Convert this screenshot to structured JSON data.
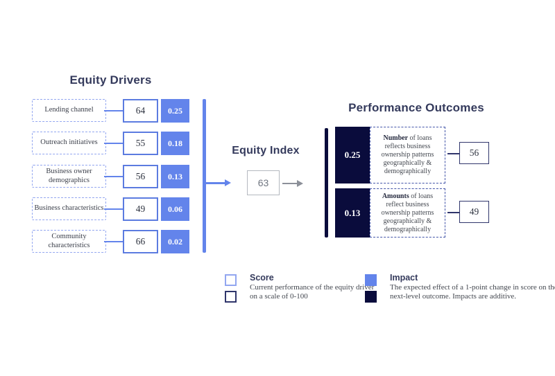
{
  "drivers": {
    "title": "Equity Drivers",
    "rows": [
      {
        "label": "Lending channel",
        "score": "64",
        "impact": "0.25"
      },
      {
        "label": "Outreach initiatives",
        "score": "55",
        "impact": "0.18"
      },
      {
        "label": "Business owner demographics",
        "score": "56",
        "impact": "0.13"
      },
      {
        "label": "Business characteristics",
        "score": "49",
        "impact": "0.06"
      },
      {
        "label": "Community characteristics",
        "score": "66",
        "impact": "0.02"
      }
    ]
  },
  "index": {
    "title": "Equity Index",
    "value": "63"
  },
  "outcomes": {
    "title": "Performance Outcomes",
    "items": [
      {
        "impact": "0.25",
        "desc_bold": "Number",
        "desc_rest": " of loans reflects business ownership patterns geographically & demographically",
        "score": "56"
      },
      {
        "impact": "0.13",
        "desc_bold": "Amounts",
        "desc_rest": " of loans reflect business ownership patterns geographically & demographically",
        "score": "49"
      }
    ]
  },
  "legend": {
    "score": {
      "title": "Score",
      "desc": "Current performance of the equity driver on a scale of 0-100"
    },
    "impact": {
      "title": "Impact",
      "desc": "The expected effect of a 1-point change in score on the next-level outcome. Impacts are additive."
    }
  },
  "colors": {
    "impact_driver_fill": "#6384EB",
    "impact_outcome_fill": "#0A0C3C",
    "score_driver_border": "#92A6F0",
    "score_outcome_border": "#2F356B",
    "heading": "#343A5C",
    "index_gray": "#8C9099"
  }
}
